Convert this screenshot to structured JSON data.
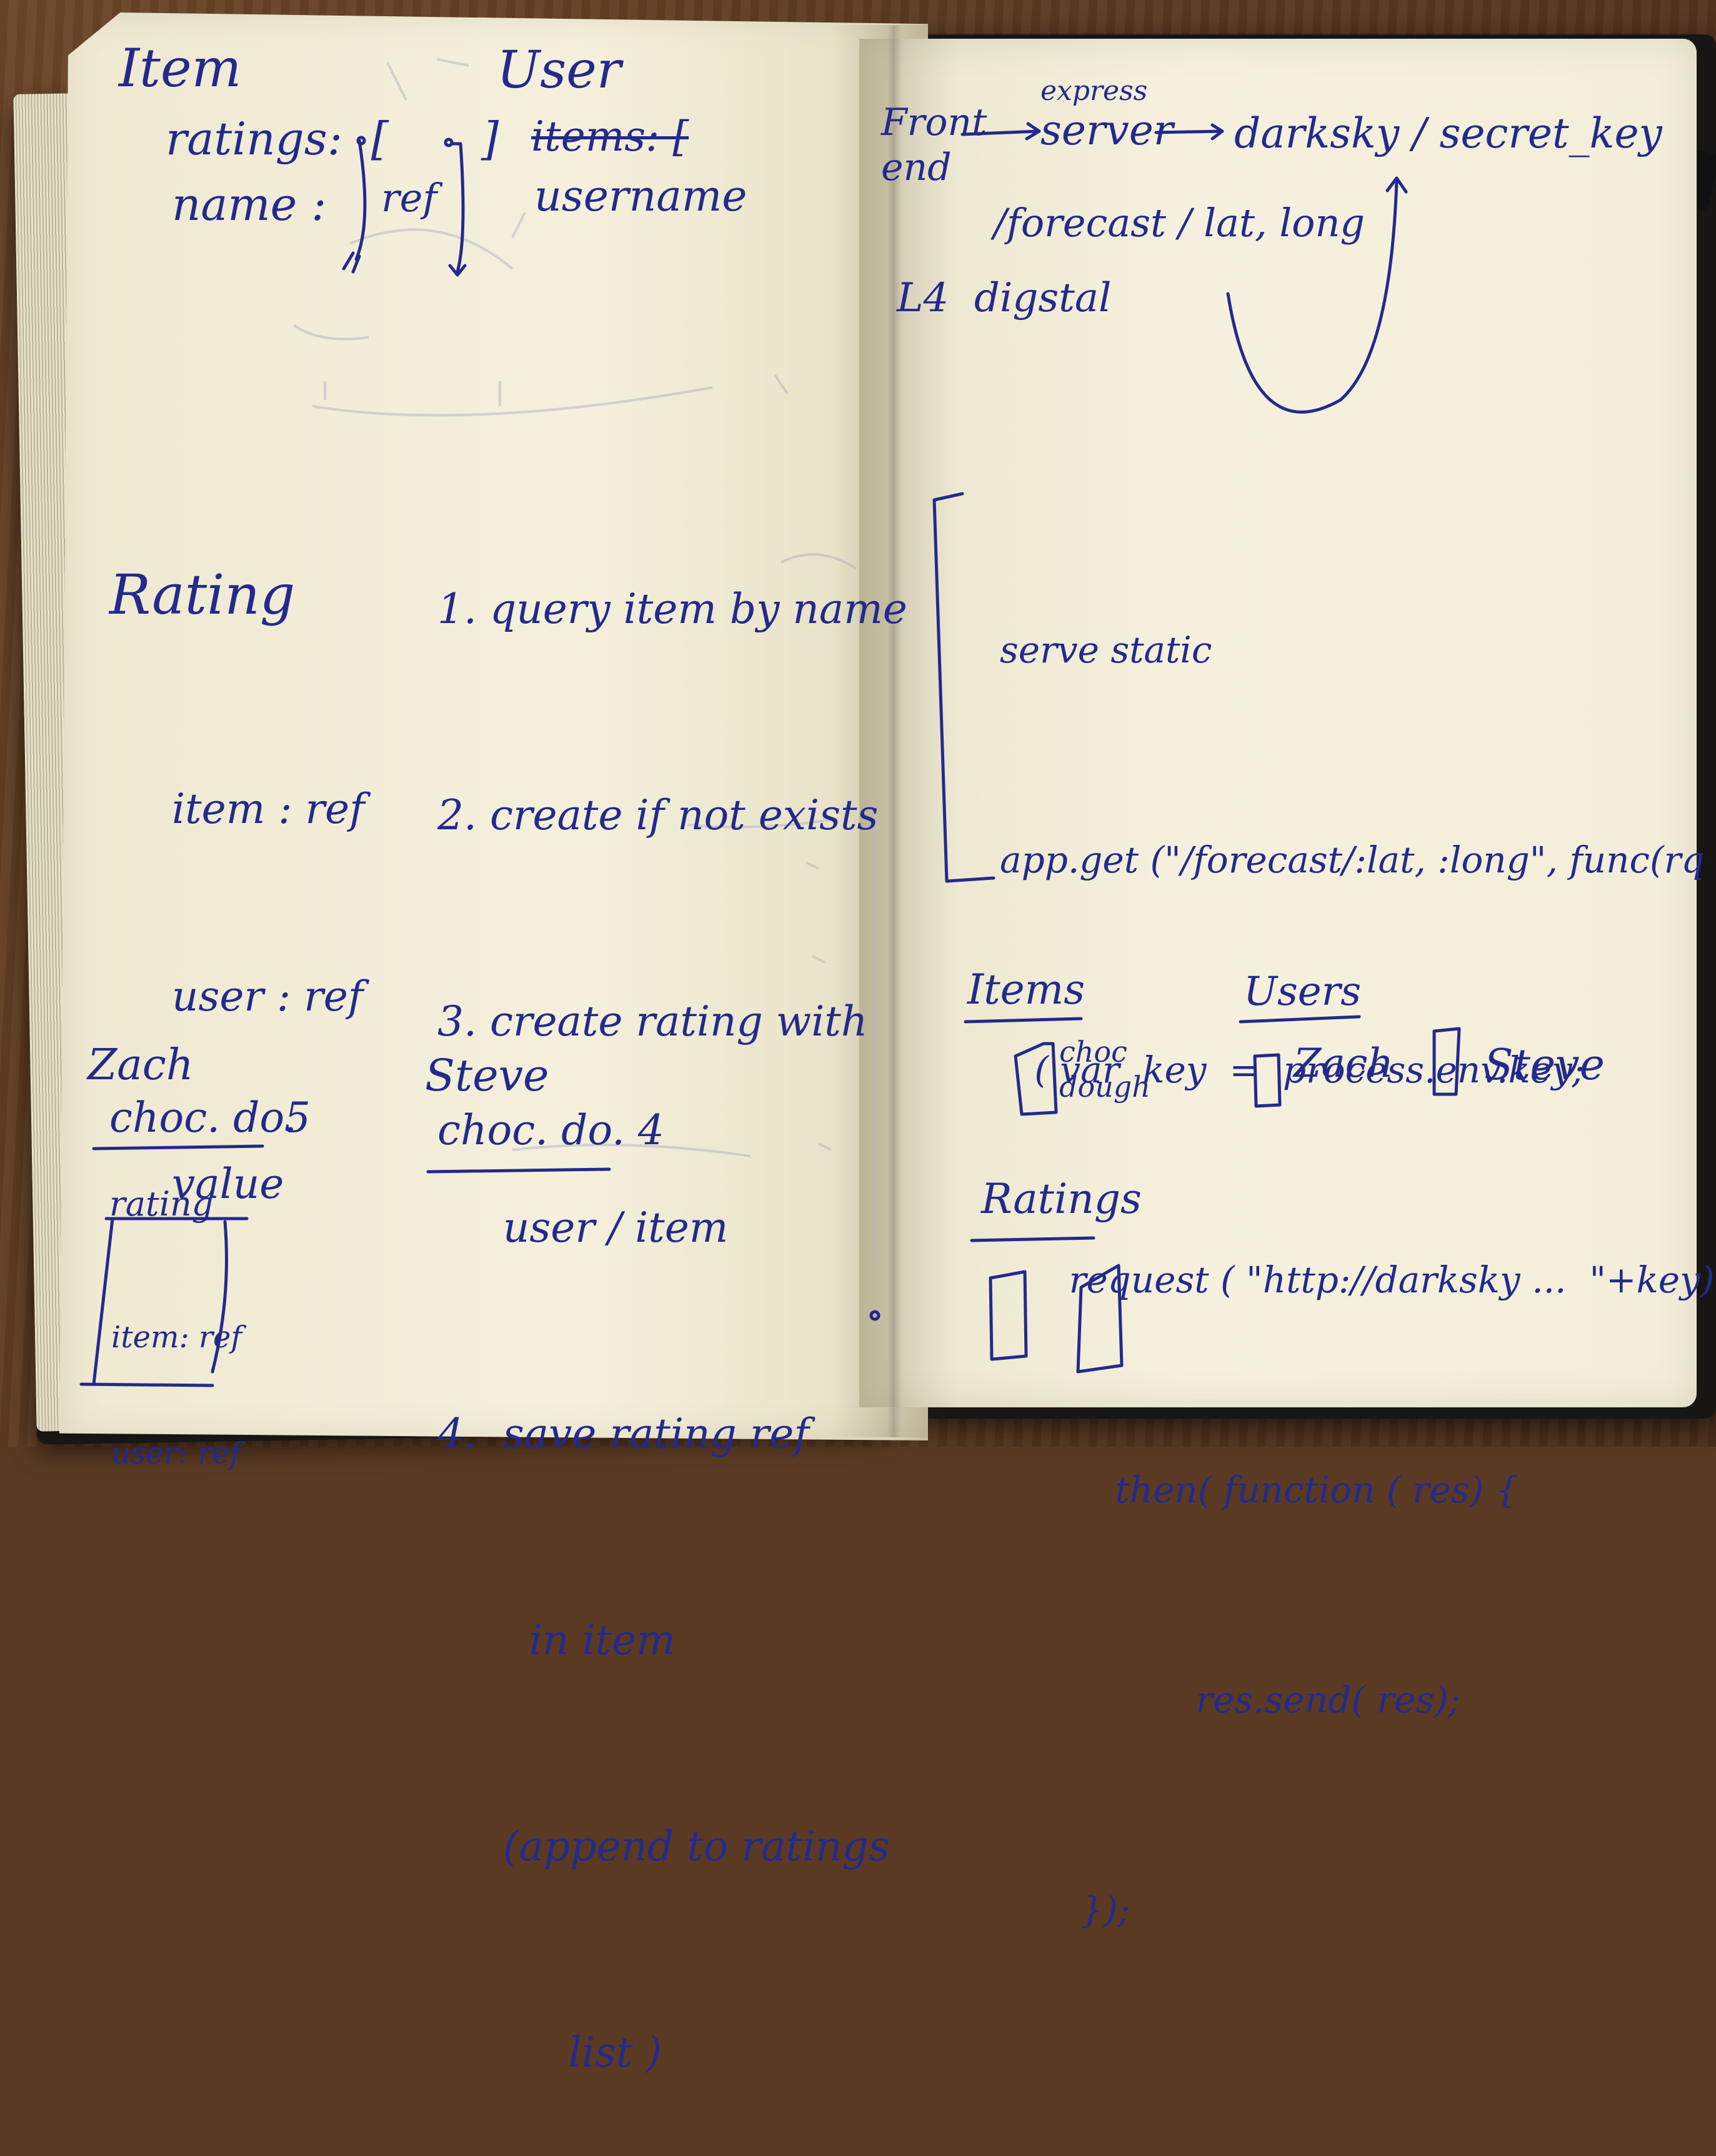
{
  "left_page": {
    "item_title": "Item",
    "item_ratings": "ratings:  [",
    "item_ratings_close": "]",
    "item_ref": "ref",
    "item_name": "name :",
    "user_title": "User",
    "user_items_struck": "items: [",
    "user_username": "username",
    "steps": [
      "1. query item by name",
      "2. create if not exists",
      "3. create rating with",
      "     user / item",
      "4.  save rating ref",
      "       in item",
      "     (append to ratings",
      "          list )"
    ],
    "rating_title": "Rating",
    "rating_fields": [
      "item : ref",
      "user : ref",
      "value"
    ],
    "zach_name": "Zach",
    "zach_entry": "choc. do.",
    "zach_value": "5",
    "steve_name": "Steve",
    "steve_entry": "choc. do. 4",
    "box_title": "rating",
    "box_fields": [
      "item: ref",
      "user: ref"
    ]
  },
  "right_page": {
    "front_end": "Front\nend",
    "express": "express",
    "server": "server",
    "darksky": "darksky / secret_key",
    "forecast": "/forecast / lat, long",
    "l4": "L4  digstal",
    "code": [
      "serve static",
      "app.get (\"/forecast/:lat, :long\", func(rq ...",
      "   ( var  key  =  process.env.key;",
      "      request ( \"http://darksky ...  \"+key)",
      "          then( function ( res) {",
      "                 res.send( res);",
      "       });"
    ],
    "items_label": "Items",
    "items_entry": "choc\ndough",
    "users_label": "Users",
    "user_zach": "Zach",
    "user_steve": "Steve",
    "ratings_label": "Ratings"
  }
}
